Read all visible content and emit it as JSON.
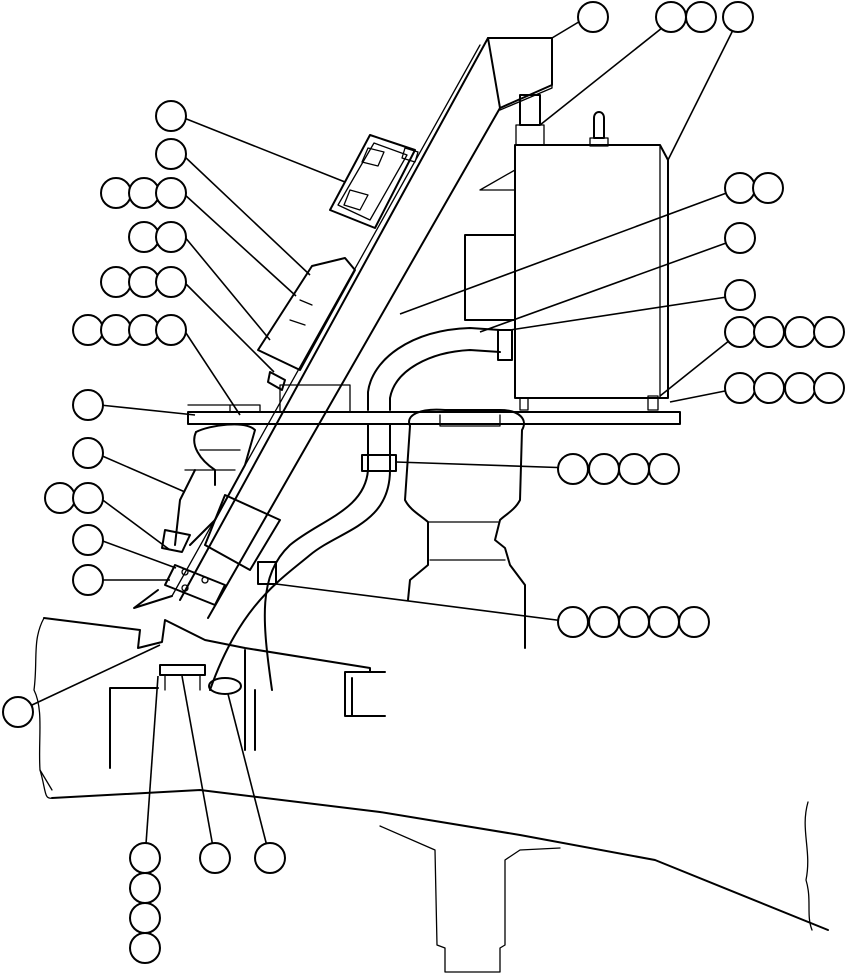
{
  "colors": {
    "ink": "#000000",
    "paper": "#ffffff"
  },
  "callouts": [
    {
      "id": "top-single",
      "count": 1
    },
    {
      "id": "top-pair-triple",
      "count": 3
    },
    {
      "id": "filter-box",
      "count": 1
    },
    {
      "id": "bracket-upper",
      "count": 1
    },
    {
      "id": "left-triple-1",
      "count": 3
    },
    {
      "id": "left-pair",
      "count": 2
    },
    {
      "id": "left-triple-2",
      "count": 3
    },
    {
      "id": "left-quad",
      "count": 4
    },
    {
      "id": "deck-plate",
      "count": 1
    },
    {
      "id": "lower-pipe",
      "count": 1
    },
    {
      "id": "flange-pair",
      "count": 2
    },
    {
      "id": "flange-single-1",
      "count": 1
    },
    {
      "id": "flange-single-2",
      "count": 1
    },
    {
      "id": "cover-left",
      "count": 1
    },
    {
      "id": "right-pair",
      "count": 2
    },
    {
      "id": "right-single-1",
      "count": 1
    },
    {
      "id": "right-single-2",
      "count": 1
    },
    {
      "id": "right-quad-1",
      "count": 4
    },
    {
      "id": "right-quad-2",
      "count": 4
    },
    {
      "id": "clamp-quad",
      "count": 4
    },
    {
      "id": "elbow-five",
      "count": 5
    },
    {
      "id": "bottom-stack",
      "count": 4
    },
    {
      "id": "bottom-single-1",
      "count": 1
    },
    {
      "id": "bottom-single-2",
      "count": 1
    }
  ]
}
